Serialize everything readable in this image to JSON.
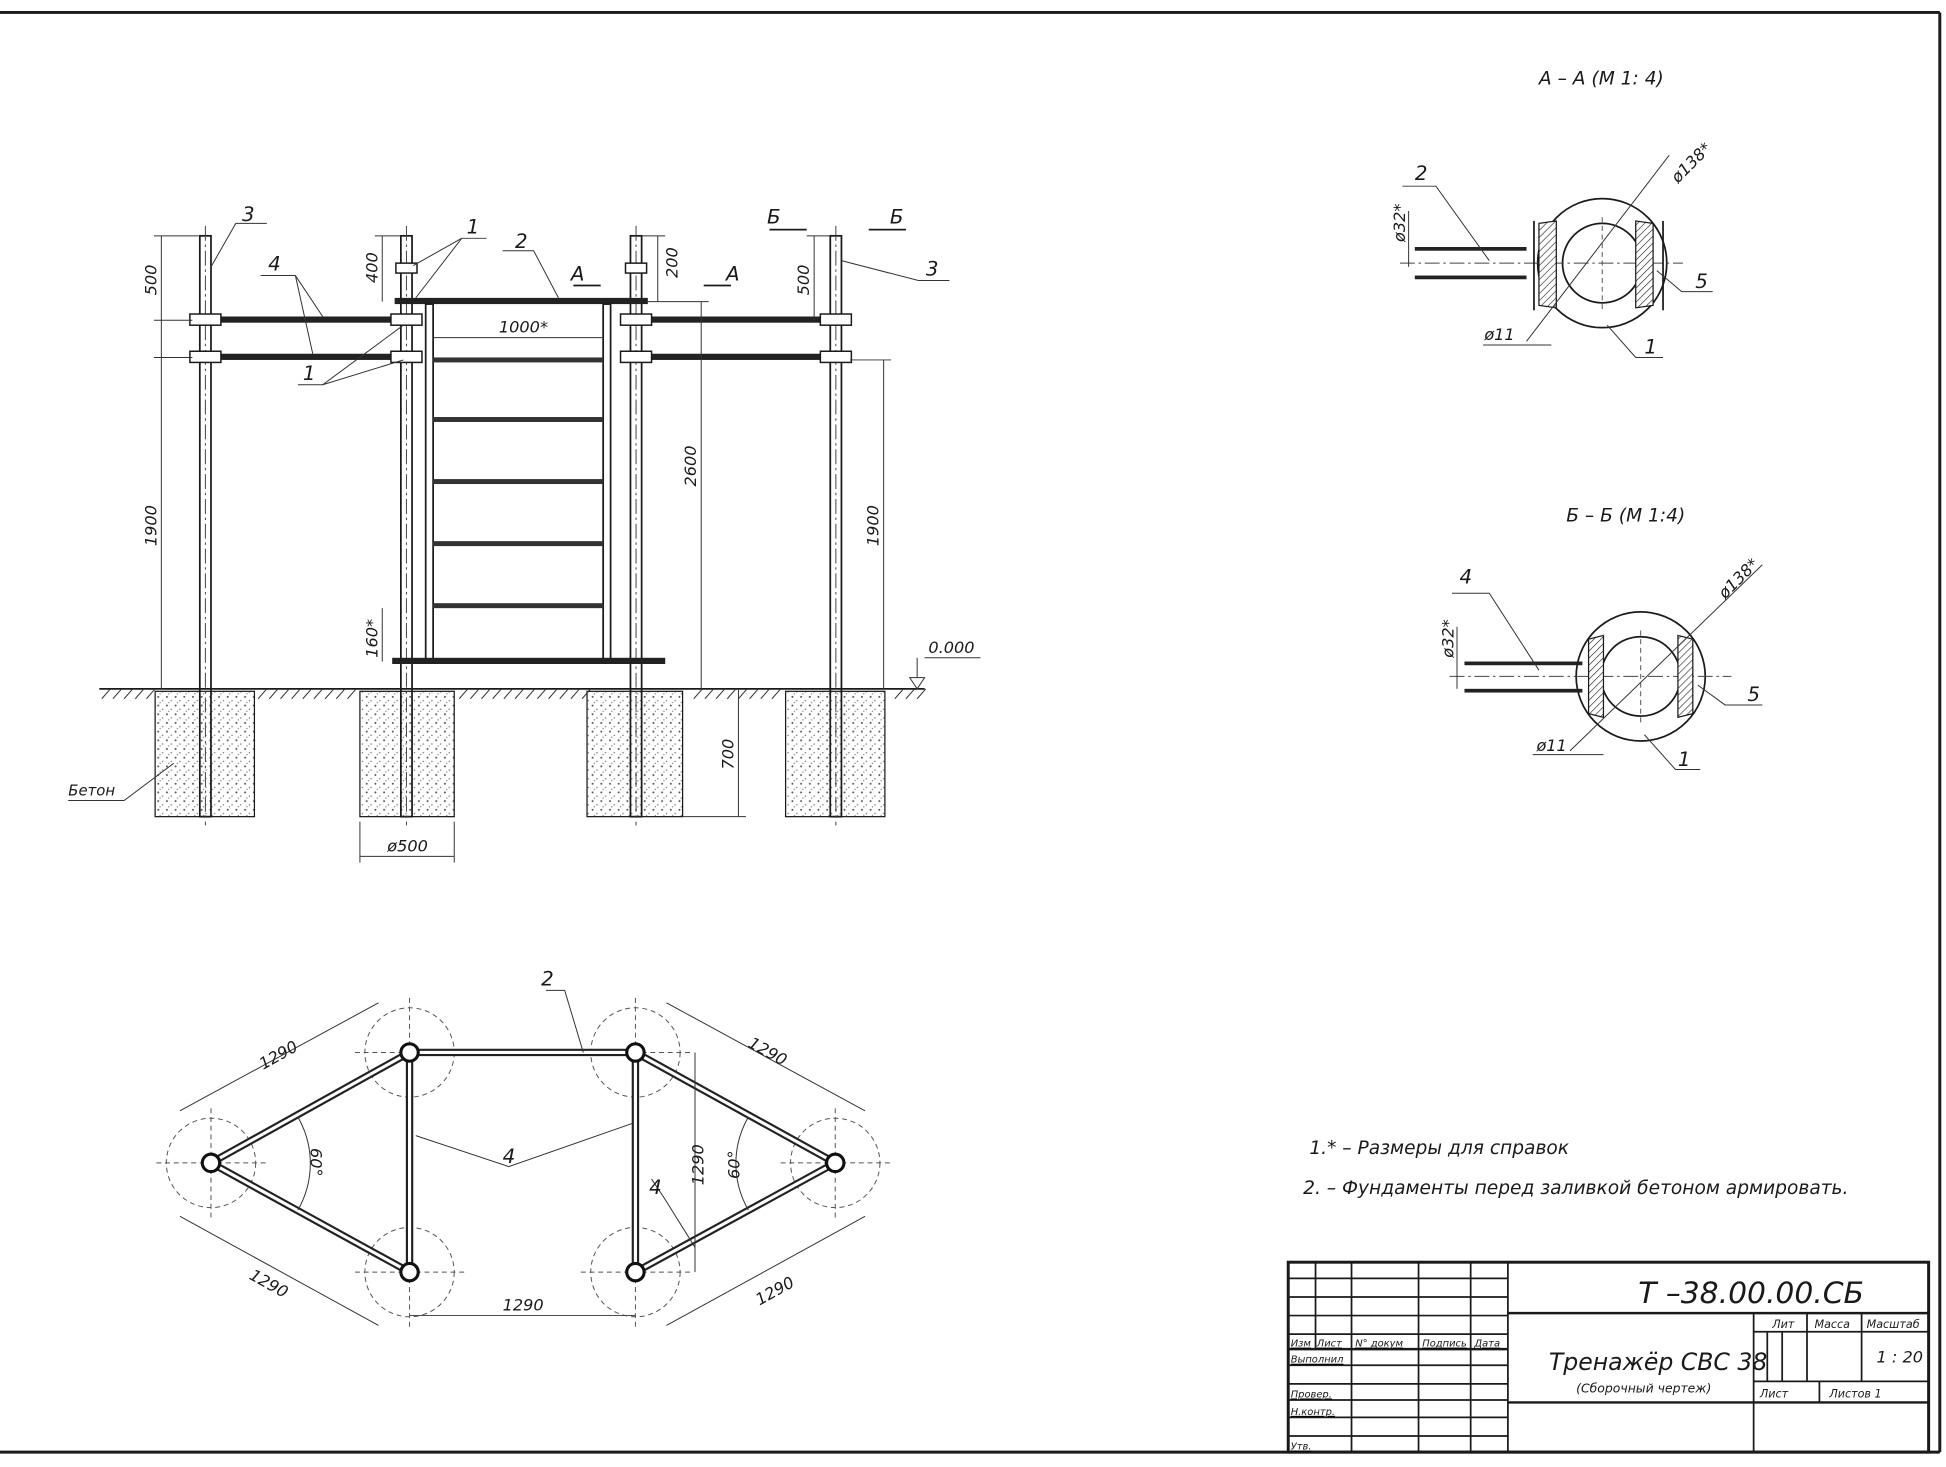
{
  "front_view": {
    "dims": {
      "post_top_left": "500",
      "post_height_left": "1900",
      "clamp_top": "400",
      "clamp_top_right": "200",
      "post_top_right": "500",
      "post_height_right": "1900",
      "ladder_height": "2600",
      "ladder_width": "1000*",
      "ladder_bottom": "160*",
      "foundation_depth": "700",
      "foundation_diameter": "ø500",
      "ground_level": "0.000"
    },
    "labels": {
      "post_left": "3",
      "post_right": "3",
      "bars": "4",
      "clamp_top": "1",
      "clamp_left": "1",
      "top_bar": "2",
      "section_a_left": "А",
      "section_a_right": "А",
      "section_b_left": "Б",
      "section_b_right": "Б",
      "concrete": "Бетон"
    }
  },
  "section_aa": {
    "title": "А – А (М 1: 4)",
    "dia_pipe": "ø32*",
    "dia_outer": "ø138*",
    "dia_bolt": "ø11",
    "item_pipe": "2",
    "item_bolt": "5",
    "item_clamp": "1"
  },
  "section_bb": {
    "title": "Б – Б (М 1:4)",
    "dia_pipe": "ø32*",
    "dia_outer": "ø138*",
    "dia_bolt": "ø11",
    "item_pipe": "4",
    "item_bolt": "5",
    "item_clamp": "1"
  },
  "plan_view": {
    "dim_top_left": "1290",
    "dim_top_right": "1290",
    "dim_bottom_left": "1290",
    "dim_bottom_right": "1290",
    "dim_bottom": "1290",
    "dim_vertical": "1290",
    "angle_left": "60°",
    "angle_right": "60°",
    "item_top_bar": "2",
    "item_bars": "4",
    "item_bars_right": "4"
  },
  "notes": [
    "1.* – Размеры для справок",
    "2. – Фундаменты перед заливкой бетоном армировать."
  ],
  "title_block": {
    "designation": "Т –38.00.00.СБ",
    "name": "Тренажёр СВС 38",
    "subtitle": "(Сборочный чертеж)",
    "col_headers": [
      "Изм",
      "Лист",
      "N° докум",
      "Подпись",
      "Дата"
    ],
    "roles": [
      "Выполнил",
      "Провер.",
      "Н.контр.",
      "Утв."
    ],
    "lit_label": "Лит",
    "mass_label": "Масса",
    "scale_label": "Масштаб",
    "scale_value": "1 : 20",
    "sheet_label": "Лист",
    "sheets_label": "Листов 1"
  }
}
